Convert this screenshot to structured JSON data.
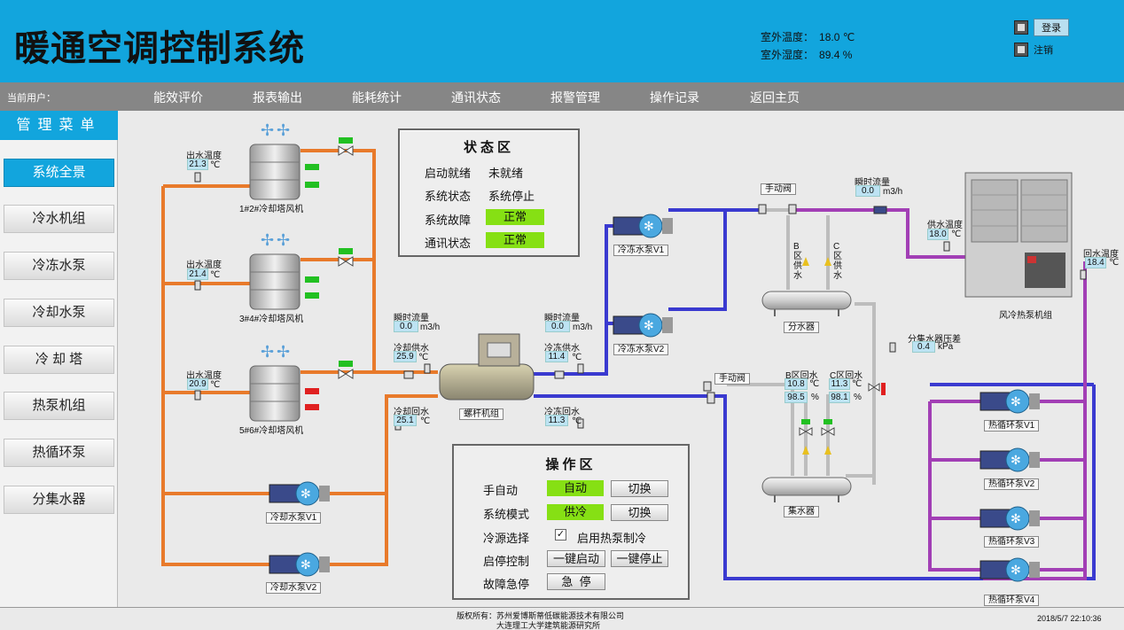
{
  "header": {
    "title": "暖通空调控制系统",
    "outdoor_temp_label": "室外温度：",
    "outdoor_temp_value": "18.0 ℃",
    "outdoor_humidity_label": "室外湿度：",
    "outdoor_humidity_value": "89.4 %",
    "login_label": "登录",
    "logout_label": "注销"
  },
  "nav": {
    "current_user_label": "当前用户：",
    "items": [
      "能效评价",
      "报表输出",
      "能耗统计",
      "通讯状态",
      "报警管理",
      "操作记录",
      "返回主页"
    ]
  },
  "sidebar": {
    "title": "管理菜单",
    "items": [
      "系统全景",
      "冷水机组",
      "冷冻水泵",
      "冷却水泵",
      "冷 却 塔",
      "热泵机组",
      "热循环泵",
      "分集水器"
    ],
    "active": "系统全景"
  },
  "status_panel": {
    "title": "状态区",
    "rows": [
      {
        "label": "启动就绪",
        "value": "未就绪"
      },
      {
        "label": "系统状态",
        "value": "系统停止"
      },
      {
        "label": "系统故障",
        "value": "正常"
      },
      {
        "label": "通讯状态",
        "value": "正常"
      }
    ]
  },
  "operation_panel": {
    "title": "操作区",
    "manual_auto_label": "手自动",
    "manual_auto_value": "自动",
    "switch_label": "切换",
    "mode_label": "系统模式",
    "mode_value": "供冷",
    "source_label": "冷源选择",
    "source_option": "启用热泵制冷",
    "source_checked": "✓",
    "start_stop_label": "启停控制",
    "start_button": "一键启动",
    "stop_button": "一键停止",
    "emergency_label": "故障急停",
    "emergency_button": "急  停"
  },
  "towers": [
    {
      "name": "1#2#冷却塔风机",
      "outlet_label": "出水温度",
      "outlet_value": "21.3",
      "unit": "℃"
    },
    {
      "name": "3#4#冷却塔风机",
      "outlet_label": "出水温度",
      "outlet_value": "21.4",
      "unit": "℃"
    },
    {
      "name": "5#6#冷却塔风机",
      "outlet_label": "出水温度",
      "outlet_value": "20.9",
      "unit": "℃"
    }
  ],
  "cooling_pumps": [
    "冷却水泵V1",
    "冷却水泵V2"
  ],
  "chiller": {
    "name": "螺杆机组",
    "cw_flow_label": "瞬时流量",
    "cw_flow_value": "0.0",
    "cw_flow_unit": "m3/h",
    "cw_supply_label": "冷却供水",
    "cw_supply_value": "25.9",
    "cw_supply_unit": "℃",
    "cw_return_label": "冷却回水",
    "cw_return_value": "25.1",
    "cw_return_unit": "℃",
    "chw_flow_label": "瞬时流量",
    "chw_flow_value": "0.0",
    "chw_flow_unit": "m3/h",
    "chw_supply_label": "冷冻供水",
    "chw_supply_value": "11.4",
    "chw_supply_unit": "℃",
    "chw_return_label": "冷冻回水",
    "chw_return_value": "11.3",
    "chw_return_unit": "℃"
  },
  "chilled_pumps": [
    "冷冻水泵V1",
    "冷冻水泵V2"
  ],
  "manifold": {
    "manual_valve_label": "手动阀",
    "manual_valve2_label": "手动阀",
    "flow_label": "瞬时流量",
    "flow_value": "0.0",
    "flow_unit": "m3/h",
    "b_supply_label": "B区供水",
    "c_supply_label": "C区供水",
    "supply_header": "分水器",
    "return_header": "集水器",
    "b_return_label": "B区回水",
    "b_return_temp": "10.8",
    "b_return_temp_unit": "℃",
    "b_return_hum": "98.5",
    "b_return_hum_unit": "%",
    "c_return_label": "C区回水",
    "c_return_temp": "11.3",
    "c_return_temp_unit": "℃",
    "c_return_hum": "98.1",
    "c_return_hum_unit": "%",
    "pressure_label": "分集水器压差",
    "pressure_value": "0.4",
    "pressure_unit": "kPa"
  },
  "heat_pump": {
    "name": "风冷热泵机组",
    "supply_label": "供水温度",
    "supply_value": "18.0",
    "supply_unit": "℃",
    "return_label": "回水温度",
    "return_value": "18.4",
    "return_unit": "℃"
  },
  "heat_pumps": [
    "热循环泵V1",
    "热循环泵V2",
    "热循环泵V3",
    "热循环泵V4"
  ],
  "footer": {
    "copyright_line1": "版权所有：苏州爱博斯蒂低碳能源技术有限公司",
    "copyright_line2": "大连理工大学建筑能源研究所",
    "datetime": "2018/5/7 22:10:36"
  },
  "colors": {
    "header_bg": "#12a5dd",
    "cooling_pipe": "#e87a2b",
    "chilled_pipe": "#3a3ad0",
    "heating_pipe": "#a23fb5",
    "status_ok": "#86e014",
    "valve_open": "#22c022",
    "valve_closed": "#e02020"
  }
}
